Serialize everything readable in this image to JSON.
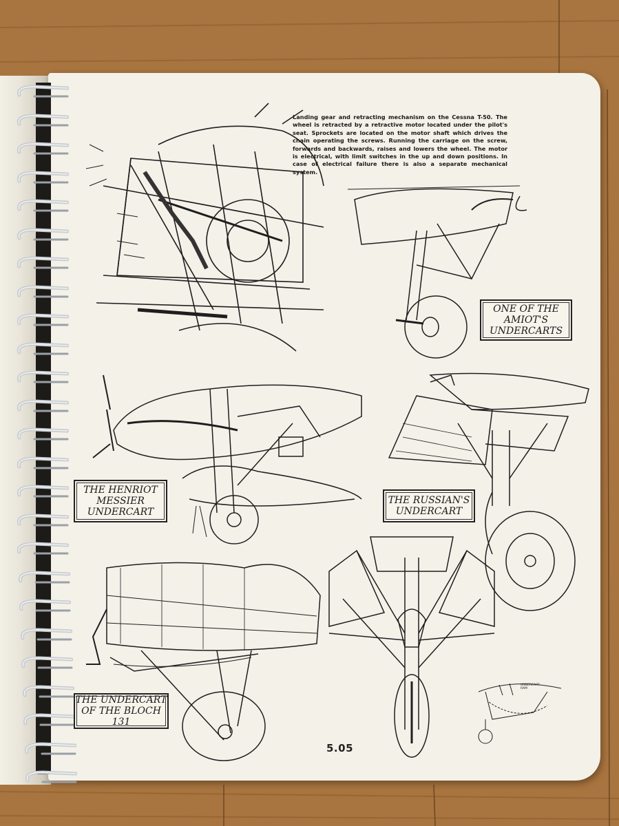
{
  "caption": "Landing gear and retracting mechanism on the Cessna T-50. The wheel is retracted by a retractive motor located under the pilot's seat. Sprockets are located on the motor shaft which drives the chain operating the screws. Running the carriage on the screw, forwards and backwards, raises and lowers the wheel. The motor is electrical, with limit switches in the up and down positions. In case of electrical failure there is also a separate mechanical system.",
  "labels": {
    "amiot": "ONE OF THE\nAMIOT'S\nUNDERCARTS",
    "henriot": "THE HENRIOT\nMESSIER\nUNDERCART",
    "russian": "THE RUSSIAN'S\nUNDERCART",
    "bloch": "THE UNDERCART\nOF THE BLOCH 131"
  },
  "small_label": "UNDERCART\nRAM",
  "page_number": "5.05",
  "icons": [
    "spiral-binding-coil"
  ],
  "colors": {
    "paper": "#f4f1e9",
    "ink": "#1e1e1e",
    "wood": "#a8743f"
  }
}
